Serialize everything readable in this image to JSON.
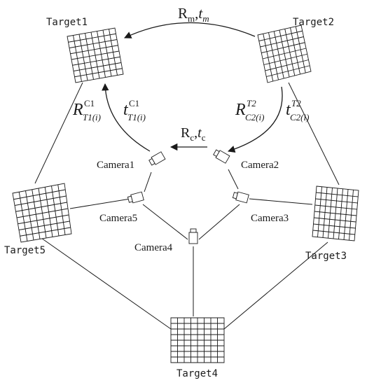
{
  "targets": [
    {
      "id": "t1",
      "label": "Target1"
    },
    {
      "id": "t2",
      "label": "Target2"
    },
    {
      "id": "t3",
      "label": "Target3"
    },
    {
      "id": "t4",
      "label": "Target4"
    },
    {
      "id": "t5",
      "label": "Target5"
    }
  ],
  "cameras": [
    {
      "id": "c1",
      "label": "Camera1"
    },
    {
      "id": "c2",
      "label": "Camera2"
    },
    {
      "id": "c3",
      "label": "Camera3"
    },
    {
      "id": "c4",
      "label": "Camera4"
    },
    {
      "id": "c5",
      "label": "Camera5"
    }
  ],
  "transforms": {
    "target_motion": {
      "R": "R",
      "R_sub": "m",
      "t": "t",
      "t_sub": "m"
    },
    "camera_relative": {
      "R": "R",
      "R_sub": "c",
      "t": "t",
      "t_sub": "c"
    },
    "cam1_target1": {
      "R": "R",
      "R_sup": "C1",
      "R_sub": "T1(i)",
      "t": "t",
      "t_sup": "C1",
      "t_sub": "T1(i)"
    },
    "cam2_target2": {
      "R": "R",
      "R_sup": "T2",
      "R_sub": "C2(i)",
      "t": "t",
      "t_sup": "T2",
      "t_sub": "C2(i)"
    }
  },
  "colors": {
    "stroke": "#1a1a1a",
    "fill": "#ffffff"
  }
}
